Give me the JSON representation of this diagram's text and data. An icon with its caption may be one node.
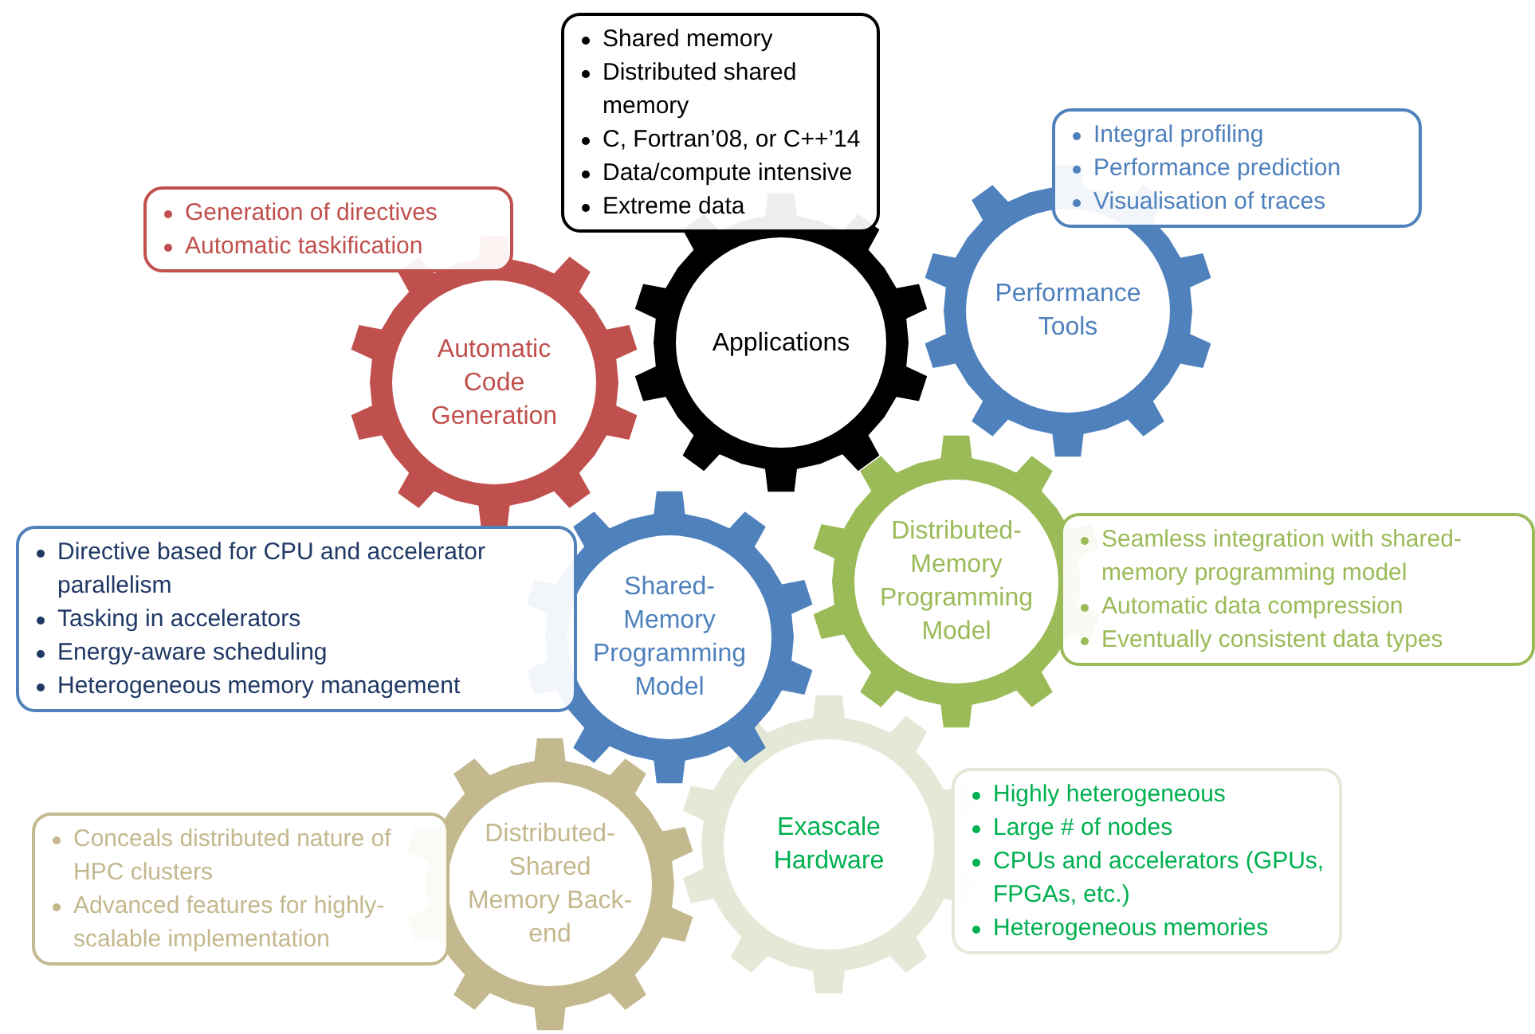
{
  "diagram": {
    "nodes": [
      {
        "text": [
          "Shared memory",
          "Distributed shared memory",
          "C, Fortran’08, or C++’14",
          "Data/compute intensive",
          "Extreme data"
        ]
      },
      {
        "text": [
          "Applications"
        ]
      },
      {
        "text": [
          "Generation of directives",
          "Automatic taskification"
        ]
      },
      {
        "text": [
          "Automatic Code Generation"
        ]
      },
      {
        "text": [
          "Integral profiling",
          "Performance prediction",
          "Visualisation of traces"
        ]
      },
      {
        "text": [
          "Performance Tools"
        ]
      },
      {
        "text": [
          "Distributed-Memory Programming Model"
        ]
      },
      {
        "text": [
          "Seamless integration with shared-memory programming model",
          "Automatic data compression",
          "Eventually consistent data types"
        ]
      },
      {
        "text": [
          "Directive based for CPU and accelerator parallelism",
          "Tasking in accelerators",
          "Energy-aware scheduling",
          "Heterogeneous memory management"
        ]
      },
      {
        "text": [
          "Shared-Memory Programming Model"
        ]
      },
      {
        "text": [
          "Exascale Hardware"
        ]
      },
      {
        "text": [
          "Highly heterogeneous",
          "Large # of nodes",
          "CPUs and accelerators (GPUs, FPGAs, etc.)",
          "Heterogeneous memories"
        ]
      },
      {
        "text": [
          "Conceals distributed nature of HPC clusters",
          "Advanced features for highly-scalable implementation"
        ]
      },
      {
        "text": [
          "Distributed-Shared Memory Back-end"
        ]
      }
    ]
  }
}
